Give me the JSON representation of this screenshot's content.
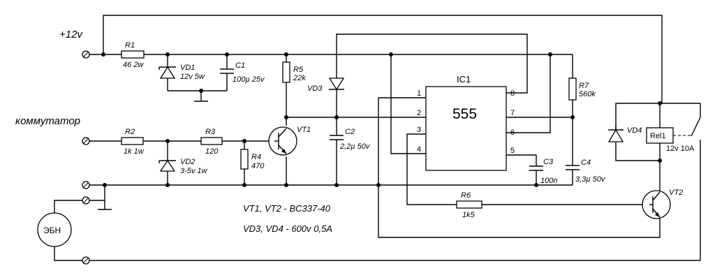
{
  "supply_label": "+12v",
  "input_label": "коммутатор",
  "components": {
    "R1": {
      "name": "R1",
      "value": "46 2w"
    },
    "R2": {
      "name": "R2",
      "value": "1k 1w"
    },
    "R3": {
      "name": "R3",
      "value": "120"
    },
    "R4": {
      "name": "R4",
      "value": "470"
    },
    "R5": {
      "name": "R5",
      "value": "22k"
    },
    "R6": {
      "name": "R6",
      "value": "1k5"
    },
    "R7": {
      "name": "R7",
      "value": "560k"
    },
    "VD1": {
      "name": "VD1",
      "value": "12v 5w"
    },
    "VD2": {
      "name": "VD2",
      "value": "3-5v 1w"
    },
    "VD3": {
      "name": "VD3"
    },
    "VD4": {
      "name": "VD4"
    },
    "C1": {
      "name": "C1",
      "value": "100µ 25v"
    },
    "C2": {
      "name": "C2",
      "value": "2,2µ 50v"
    },
    "C3": {
      "name": "C3",
      "value": "100n"
    },
    "C4": {
      "name": "C4",
      "value": "3,3µ 50v"
    },
    "VT1": {
      "name": "VT1"
    },
    "VT2": {
      "name": "VT2"
    },
    "Rel1": {
      "name": "Rel1",
      "value": "12v 10A"
    }
  },
  "ic": {
    "name": "IC1",
    "part": "555",
    "pins": [
      "1",
      "2",
      "3",
      "4",
      "5",
      "6",
      "7",
      "8"
    ]
  },
  "load_label": "ЭБН",
  "notes": [
    "VT1, VT2 - BC337-40",
    "VD3, VD4 - 600v 0,5A"
  ]
}
